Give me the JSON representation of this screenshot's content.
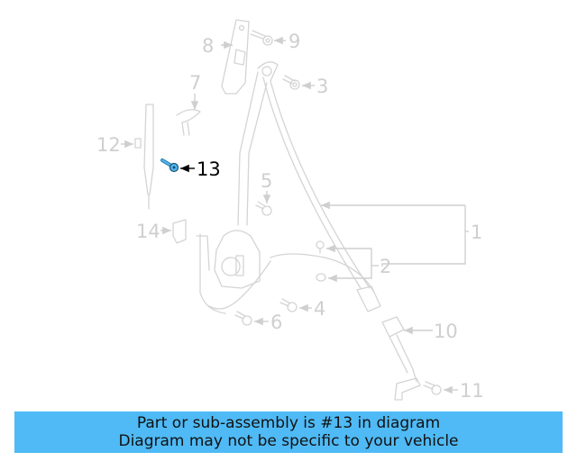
{
  "diagram": {
    "highlight_color": "#4fbaf5",
    "label_color": "#cfcfcf",
    "highlighted_part": "13",
    "callouts": [
      {
        "id": "1",
        "label": "1"
      },
      {
        "id": "2",
        "label": "2"
      },
      {
        "id": "3",
        "label": "3"
      },
      {
        "id": "4",
        "label": "4"
      },
      {
        "id": "5",
        "label": "5"
      },
      {
        "id": "6",
        "label": "6"
      },
      {
        "id": "7",
        "label": "7"
      },
      {
        "id": "8",
        "label": "8"
      },
      {
        "id": "9",
        "label": "9"
      },
      {
        "id": "10",
        "label": "10"
      },
      {
        "id": "11",
        "label": "11"
      },
      {
        "id": "12",
        "label": "12"
      },
      {
        "id": "13",
        "label": "13"
      },
      {
        "id": "14",
        "label": "14"
      }
    ]
  },
  "banner": {
    "line1": "Part or sub-assembly is #13 in diagram",
    "line2": "Diagram may not be specific to your vehicle",
    "background": "#4fbaf5"
  }
}
